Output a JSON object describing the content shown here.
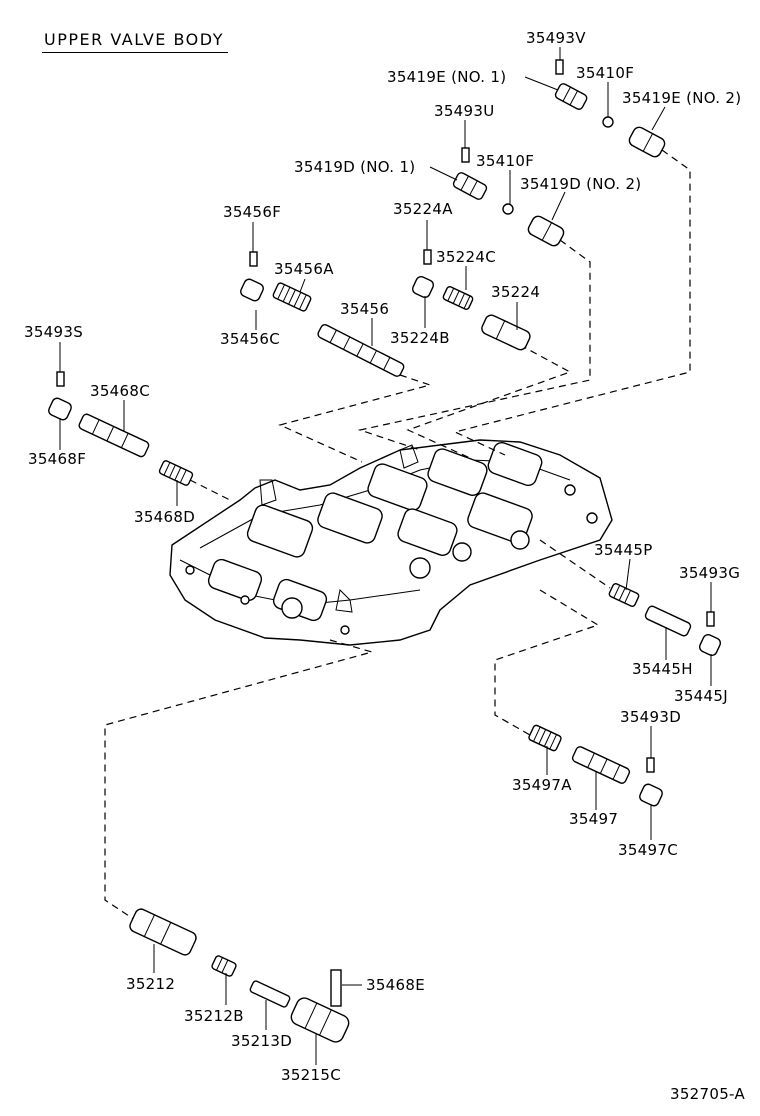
{
  "title": "UPPER VALVE BODY",
  "figure_id": "352705-A",
  "labels": {
    "p35493V": "35493V",
    "p35419E1": "35419E (NO. 1)",
    "p35410F_a": "35410F",
    "p35419E2": "35419E (NO. 2)",
    "p35493U": "35493U",
    "p35419D1": "35419D (NO. 1)",
    "p35410F_b": "35410F",
    "p35419D2": "35419D (NO. 2)",
    "p35456F": "35456F",
    "p35224A": "35224A",
    "p35456A": "35456A",
    "p35224C": "35224C",
    "p35456": "35456",
    "p35224": "35224",
    "p35456C": "35456C",
    "p35224B": "35224B",
    "p35493S": "35493S",
    "p35468C": "35468C",
    "p35468F": "35468F",
    "p35468D": "35468D",
    "p35445P": "35445P",
    "p35493G": "35493G",
    "p35445H": "35445H",
    "p35445J": "35445J",
    "p35493D": "35493D",
    "p35497A": "35497A",
    "p35497": "35497",
    "p35497C": "35497C",
    "p35212": "35212",
    "p35468E": "35468E",
    "p35212B": "35212B",
    "p35213D": "35213D",
    "p35215C": "35215C"
  }
}
